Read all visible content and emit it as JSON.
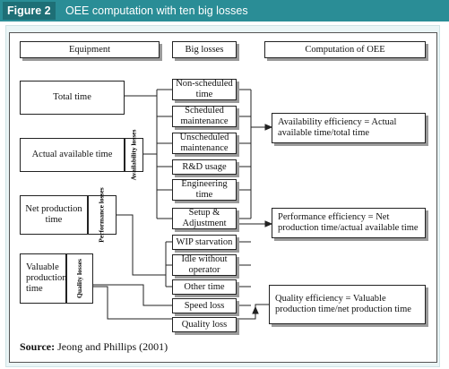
{
  "figure": {
    "label": "Figure 2",
    "title": "OEE computation with ten big losses"
  },
  "headers": {
    "equipment": "Equipment",
    "big_losses": "Big losses",
    "computation": "Computation of OEE"
  },
  "equipment_boxes": {
    "total_time": "Total time",
    "actual_available_time": "Actual available time",
    "availability_losses": "Availability losses",
    "net_production_time": "Net production time",
    "performance_losses": "Performance losses",
    "valuable_production_time": "Valuable production time",
    "quality_losses": "Quality losses"
  },
  "losses": [
    "Non-scheduled time",
    "Scheduled maintenance",
    "Unscheduled maintenance",
    "R&D usage",
    "Engineering time",
    "Setup & Adjustment",
    "WIP starvation",
    "Idle without operator",
    "Other time",
    "Speed loss",
    "Quality loss"
  ],
  "efficiencies": {
    "availability": "Availability efficiency = Actual available time/total time",
    "performance": "Performance efficiency = Net production time/actual available time",
    "quality": "Quality efficiency = Valuable production time/net production time"
  },
  "source": {
    "label": "Source:",
    "text": "Jeong and Phillips (2001)"
  }
}
